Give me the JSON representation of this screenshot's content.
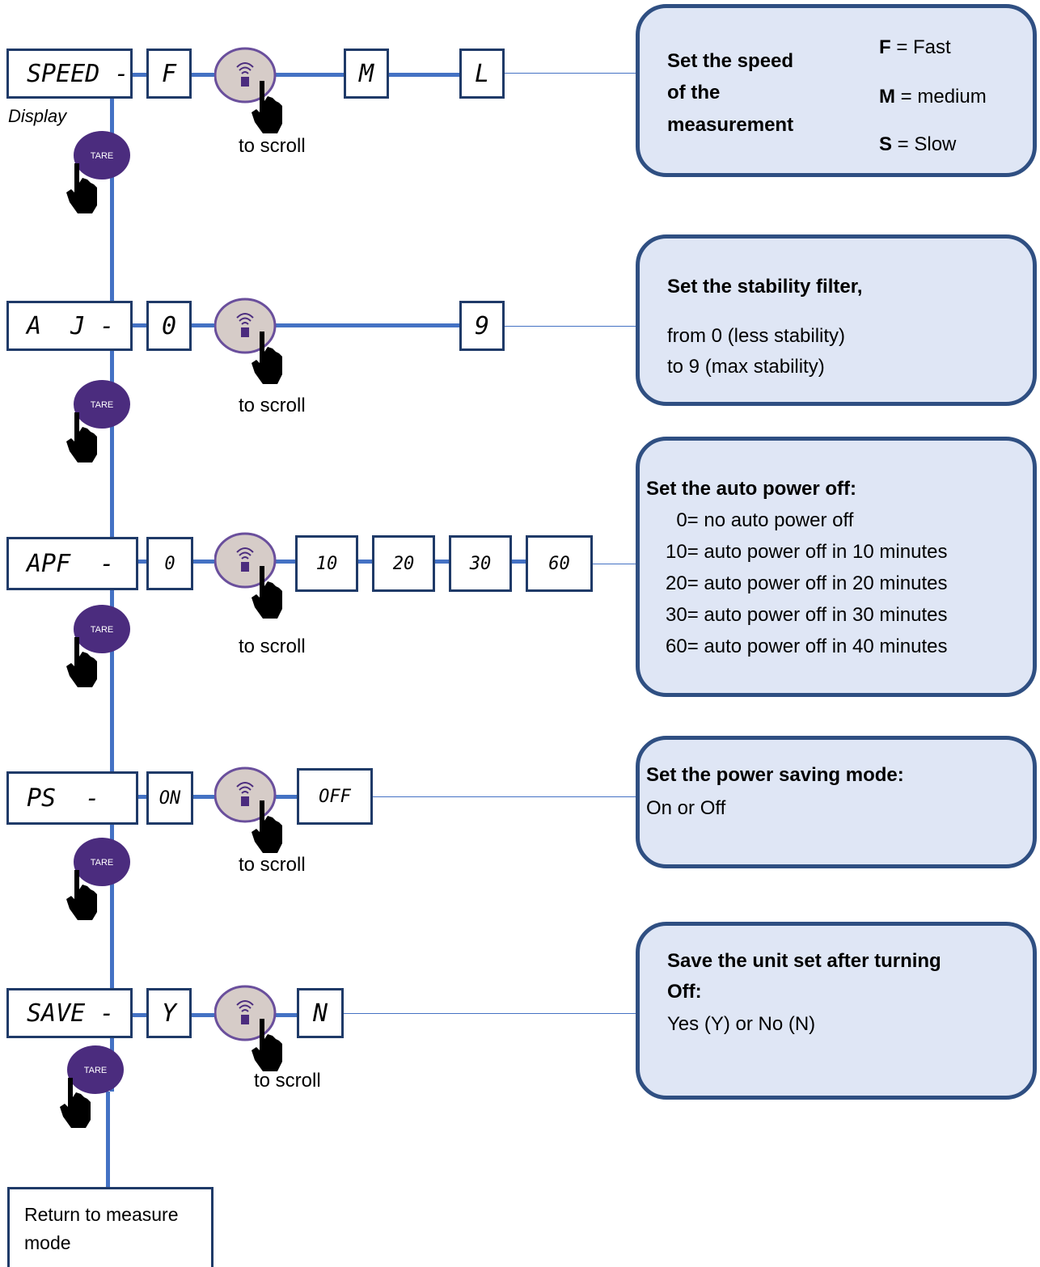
{
  "display_label": "Display",
  "scroll_label": "to scroll",
  "tare_label": "TARE",
  "colors": {
    "line": "#4472c4",
    "box_fill": "#dfe6f5",
    "box_border": "#2f4f82",
    "tare": "#4b2c7e",
    "scroll_button": "#d6ccc8"
  },
  "rows": [
    {
      "menu": "SPEED -",
      "values": [
        "F",
        "M",
        "L"
      ],
      "note": {
        "title_lines": [
          "Set the speed",
          "of the",
          "measurement"
        ],
        "legend": [
          {
            "key": "F",
            "text": " = Fast"
          },
          {
            "key": "M",
            "text": " = medium"
          },
          {
            "key": "S",
            "text": " = Slow"
          }
        ]
      }
    },
    {
      "menu": "A  J -",
      "values": [
        "0",
        "9"
      ],
      "note": {
        "title": "Set the stability filter,",
        "lines": [
          "from 0 (less stability)",
          "to 9 (max stability)"
        ]
      }
    },
    {
      "menu": "APF  -",
      "values": [
        "0",
        "10",
        "20",
        "30",
        "60"
      ],
      "note": {
        "title": "Set the auto power off:",
        "lines": [
          "  0= no auto power off",
          "10= auto power off in 10 minutes",
          "20= auto power off in 20 minutes",
          "30= auto power off in 30 minutes",
          "60= auto power off in 40 minutes"
        ]
      }
    },
    {
      "menu": "PS  -",
      "values": [
        "ON",
        "OFF"
      ],
      "note": {
        "title": "Set the power saving mode:",
        "lines": [
          "On or Off"
        ]
      }
    },
    {
      "menu": "SAVE -",
      "values": [
        "Y",
        "N"
      ],
      "note": {
        "title_lines": [
          "Save the unit set  after turning",
          "Off:"
        ],
        "lines": [
          "Yes (Y) or No (N)"
        ]
      }
    }
  ],
  "return_box": "Return to measure mode"
}
